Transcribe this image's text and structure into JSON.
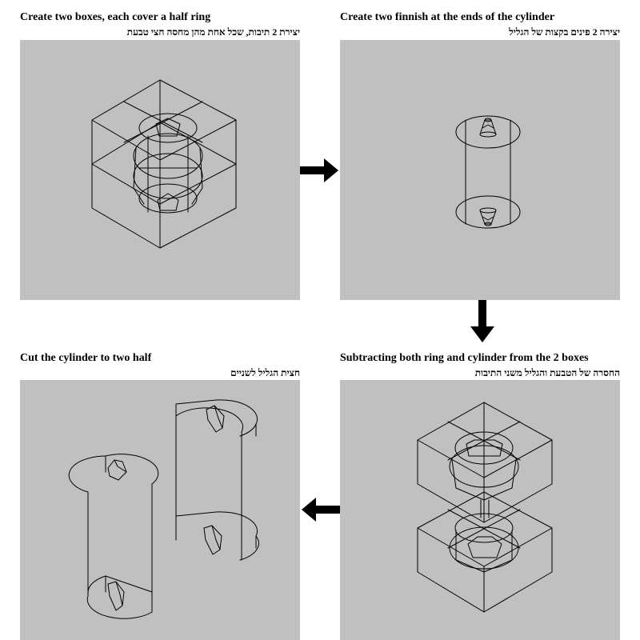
{
  "steps": [
    {
      "title_en": "Create two boxes, each cover a half ring",
      "title_he": "יצירת 2 תיבות, שכל אחת מהן מחסה חצי טבעת",
      "figure_icon": "wireframe-boxes-with-ring-icon"
    },
    {
      "title_en": "Create two finnish at the ends of the cylinder",
      "title_he": "יצירה 2 פינים בקצות של הגליל",
      "figure_icon": "wireframe-cylinder-with-pins-icon"
    },
    {
      "title_en": "Subtracting both ring and cylinder from the 2 boxes",
      "title_he": "החסרה של הטבעת והגליל משני התיבות",
      "figure_icon": "wireframe-subtracted-boxes-icon"
    },
    {
      "title_en": "Cut the cylinder to two half",
      "title_he": "חצית הגליל לשניים",
      "figure_icon": "wireframe-half-cylinders-icon"
    }
  ],
  "colors": {
    "panel_background": "#c0c0c0",
    "line": "#000000",
    "page_background": "#ffffff"
  },
  "arrows": [
    "arrow-right",
    "arrow-down",
    "arrow-left"
  ]
}
